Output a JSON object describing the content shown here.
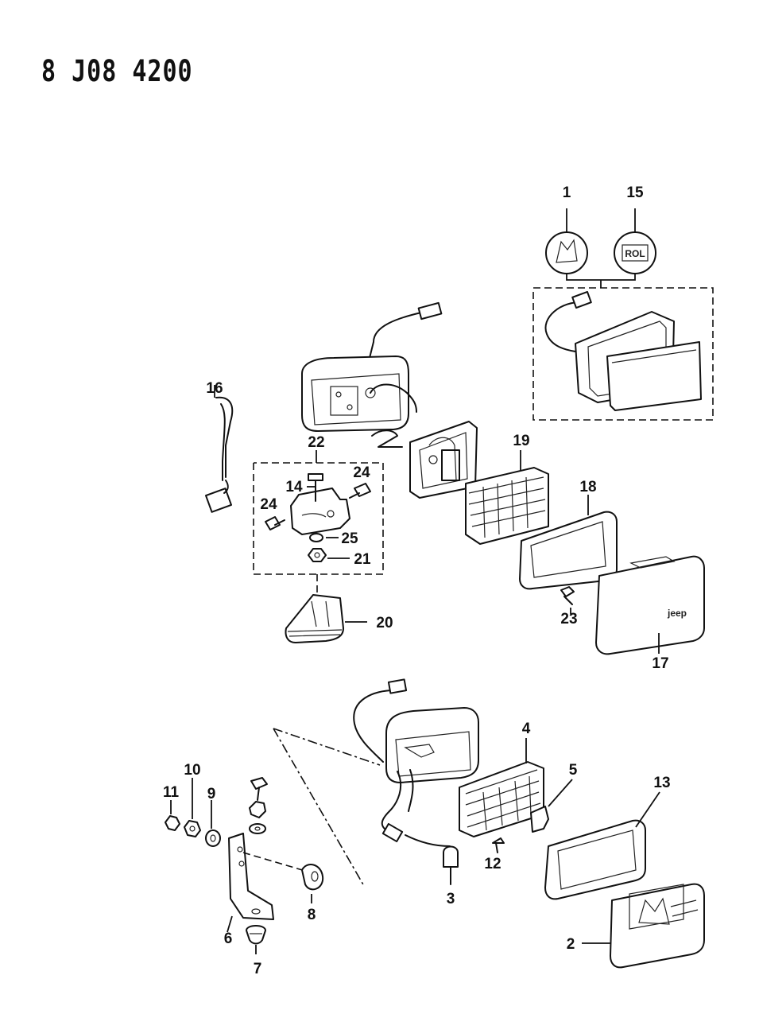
{
  "header": {
    "part_code": "8 J08  4200"
  },
  "callouts": {
    "c1": "1",
    "c2": "2",
    "c3": "3",
    "c4": "4",
    "c5": "5",
    "c6": "6",
    "c7": "7",
    "c8": "8",
    "c9": "9",
    "c10": "10",
    "c11": "11",
    "c12": "12",
    "c13": "13",
    "c14": "14",
    "c15": "15",
    "c16": "16",
    "c17": "17",
    "c18": "18",
    "c19": "19",
    "c20": "20",
    "c21": "21",
    "c22": "22",
    "c23": "23",
    "c24a": "24",
    "c24b": "24",
    "c25": "25"
  },
  "labels": {
    "cover_brand": "jeep",
    "decal_text": "ROL"
  }
}
